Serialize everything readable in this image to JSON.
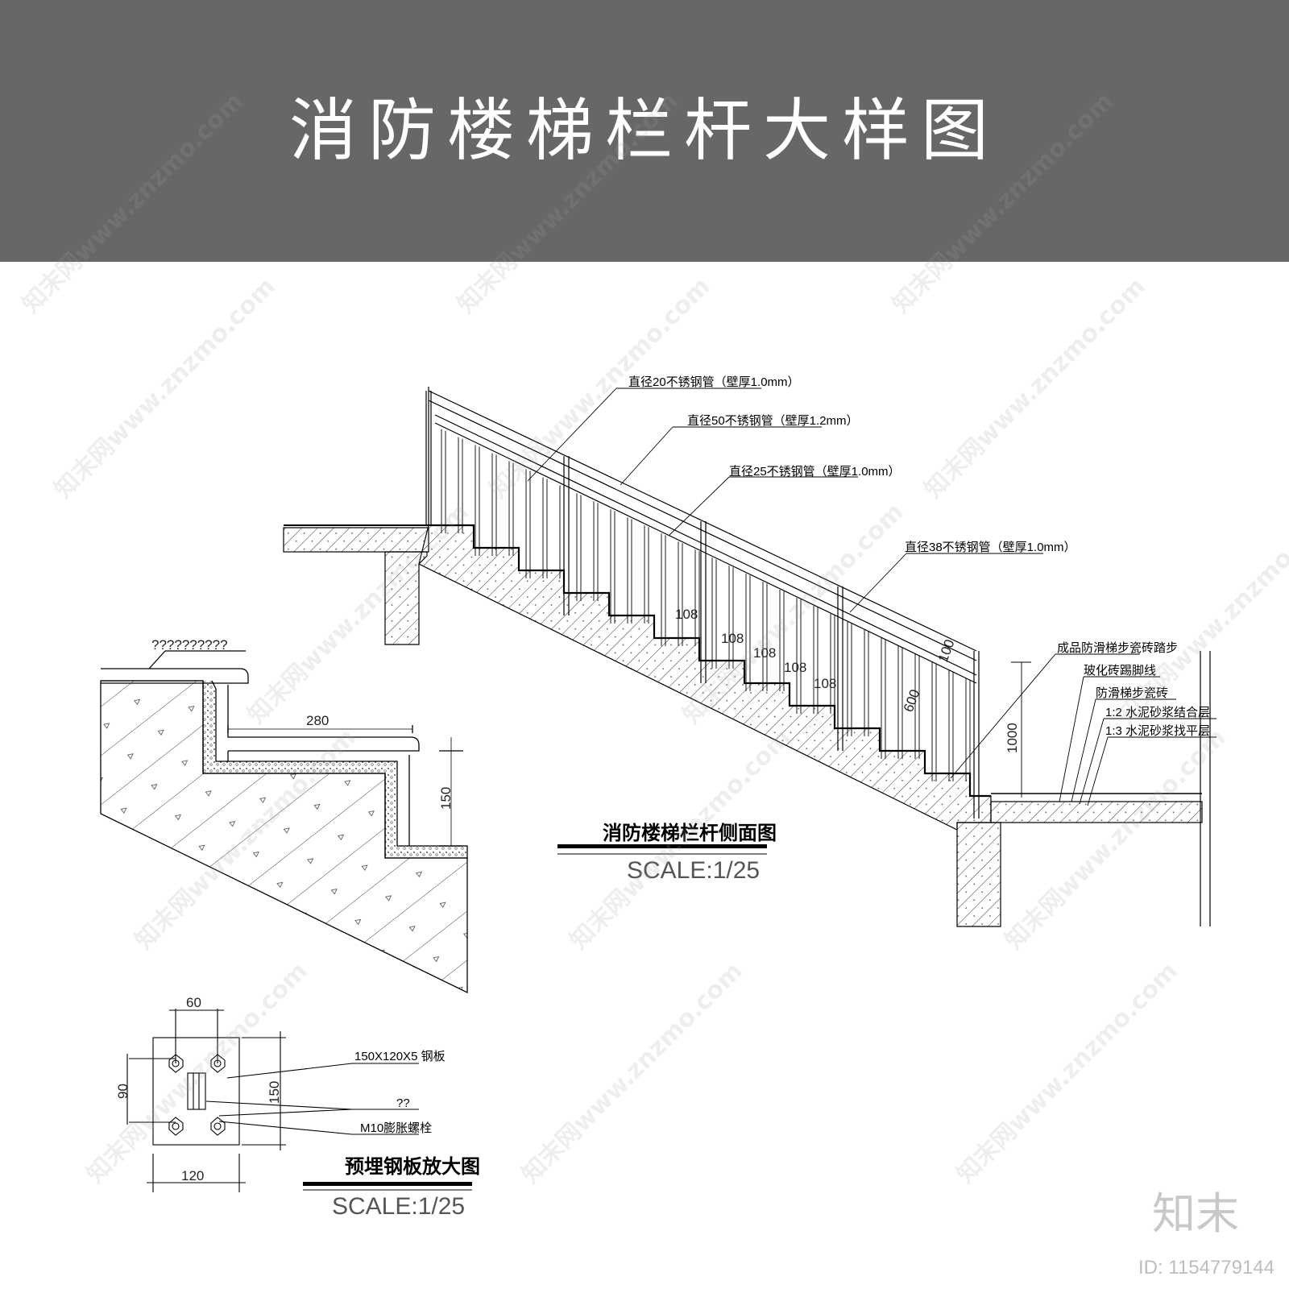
{
  "header": {
    "title": "消防楼梯栏杆大样图"
  },
  "side_view": {
    "labels": [
      "直径20不锈钢管（壁厚1.0mm）",
      "直径50不锈钢管（壁厚1.2mm）",
      "直径25不锈钢管（壁厚1.0mm）",
      "直径38不锈钢管（壁厚1.0mm）",
      "成品防滑梯步瓷砖踏步",
      "玻化砖踢脚线",
      "防滑梯步瓷砖",
      "1:2 水泥砂浆结合层",
      "1:3 水泥砂浆找平层"
    ],
    "dims": {
      "spacing": "108",
      "post_height": "1000",
      "rail_gap": "100",
      "baluster": "600"
    },
    "title": "消防楼梯栏杆侧面图",
    "scale": "SCALE:1/25"
  },
  "step_detail": {
    "label": "??????????",
    "tread": "280",
    "riser": "150"
  },
  "plate_detail": {
    "dims": {
      "bolt_spacing": "60",
      "bolt_vertical": "90",
      "height": "150",
      "width": "120"
    },
    "labels": [
      "150X120X5 钢板",
      "??",
      "M10膨胀螺栓"
    ],
    "title": "预埋钢板放大图",
    "scale": "SCALE:1/25"
  },
  "watermark": {
    "text": "知末网www.znzmo.com",
    "logo": "知末",
    "id": "ID: 1154779144"
  },
  "colors": {
    "header_bg": "#676767",
    "line": "#000000"
  }
}
